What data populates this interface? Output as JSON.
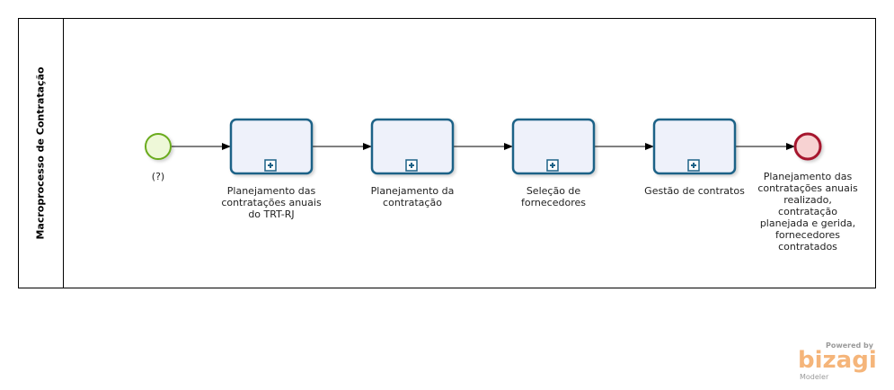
{
  "pool": {
    "label": "Macroprocesso de Contratação"
  },
  "start_event": {
    "label": "(?)"
  },
  "tasks": [
    {
      "label": "Planejamento das contratações anuais do TRT-RJ"
    },
    {
      "label": "Planejamento da contratação"
    },
    {
      "label": "Seleção de fornecedores"
    },
    {
      "label": "Gestão de contratos"
    }
  ],
  "end_event": {
    "label": "Planejamento das contratações anuais realizado, contratação planejada e gerida, fornecedores contratados"
  },
  "branding": {
    "powered": "Powered by",
    "logo": "bizagi",
    "product": "Modeler"
  },
  "colors": {
    "task_border": "#1f6287",
    "task_fill": "#eef1fa",
    "start_border": "#6aab1f",
    "start_fill": "#eef8d8",
    "end_border": "#a6192e",
    "end_fill": "#f7d2d2",
    "brand_orange": "#f5b57a"
  }
}
